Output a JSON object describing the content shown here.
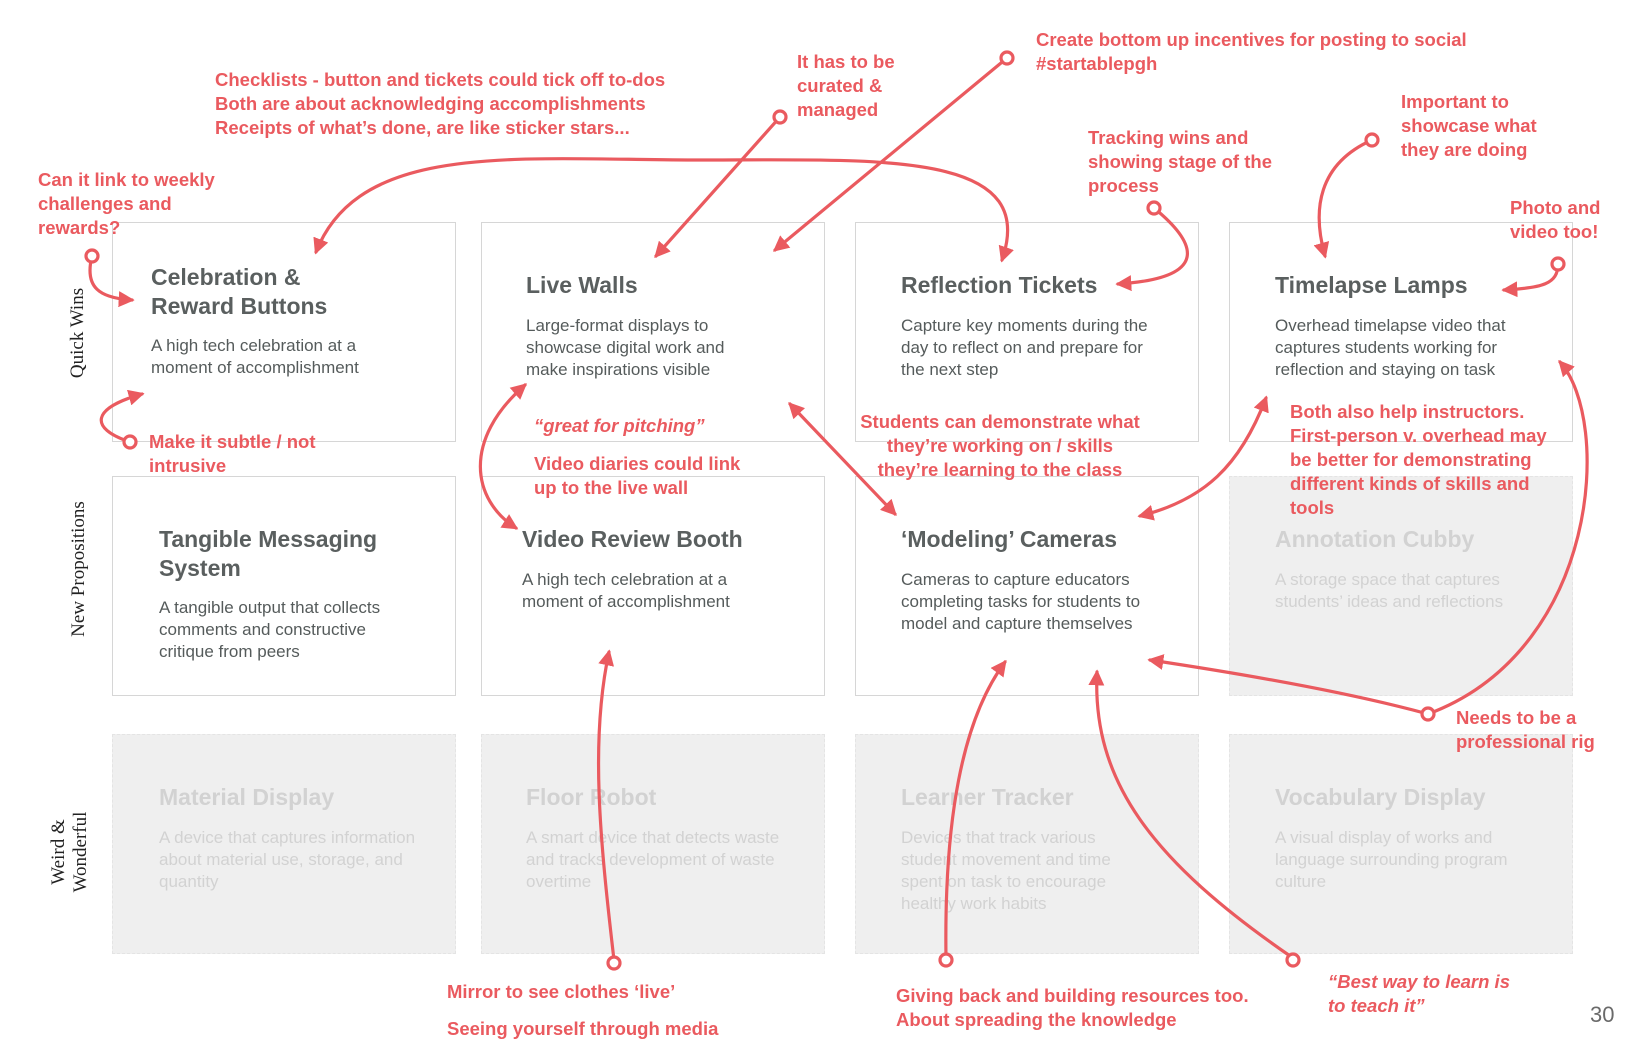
{
  "row_labels": {
    "quick_wins": "Quick Wins",
    "new_propositions": "New Propositions",
    "weird_wonderful_1": "Weird &",
    "weird_wonderful_2": "Wonderful"
  },
  "cards": {
    "celebration": {
      "title": "Celebration & Reward Buttons",
      "desc": "A high tech celebration at a moment of accomplishment"
    },
    "live_walls": {
      "title": "Live Walls",
      "desc": "Large-format displays to showcase digital work and make inspirations visible"
    },
    "reflection": {
      "title": "Reflection Tickets",
      "desc": "Capture key moments during the day to reflect on and prepare for the next step"
    },
    "timelapse": {
      "title": "Timelapse Lamps",
      "desc": "Overhead timelapse video that captures students working for reflection and staying on task"
    },
    "tangible": {
      "title": "Tangible Messaging System",
      "desc": "A tangible output that collects comments and constructive critique from peers"
    },
    "video_booth": {
      "title": "Video Review Booth",
      "desc": "A high tech celebration at a moment of accomplishment"
    },
    "modeling": {
      "title": "‘Modeling’ Cameras",
      "desc": "Cameras to capture educators completing tasks for students to model and capture themselves"
    },
    "annotation": {
      "title": "Annotation Cubby",
      "desc": "A storage space that captures students’ ideas and reflections"
    },
    "material": {
      "title": "Material Display",
      "desc": "A device that captures information about material use, storage, and quantity"
    },
    "floor_robot": {
      "title": "Floor Robot",
      "desc": "A smart device that detects waste and tracks development of waste overtime"
    },
    "learner": {
      "title": "Learner Tracker",
      "desc": "Devices that track various student movement and time spent on task to encourage healthy work habits"
    },
    "vocabulary": {
      "title": "Vocabulary Display",
      "desc": "A visual display of works and language surrounding program culture"
    }
  },
  "notes": {
    "weekly": "Can it link to weekly challenges and rewards?",
    "checklists_1": "Checklists - button and tickets could tick off to-dos",
    "checklists_2": "Both are about acknowledging accomplishments",
    "checklists_3": "Receipts of what’s done, are like sticker stars...",
    "curated": "It has to be curated & managed",
    "incentives": "Create bottom up incentives for posting to social #startablepgh",
    "tracking": "Tracking wins and showing stage of the process",
    "showcase": "Important to showcase what they are doing",
    "photo": "Photo and video too!",
    "subtle": "Make it subtle / not intrusive",
    "pitching": "“great for pitching”",
    "video_diaries": "Video diaries could link up to the live wall",
    "demonstrate_1": "Students can demonstrate what",
    "demonstrate_2": "they’re working on / skills",
    "demonstrate_3": "they’re learning to the class",
    "instructors": "Both also help instructors. First-person v. overhead may be better for demonstrating different kinds of skills and tools",
    "rig": "Needs to be a professional rig",
    "mirror": "Mirror to see clothes ‘live’",
    "seeing": "Seeing yourself through media",
    "giving_back": "Giving back and building resources too. About spreading the knowledge",
    "best_way": "“Best way to learn is to teach it”"
  },
  "page_number": "30",
  "colors": {
    "annotation": "#ea5a5f",
    "card_border": "#d6d6d6",
    "faded_card": "#efefef",
    "title_text": "#5a5f5f",
    "faded_text": "#d2d2d2"
  }
}
